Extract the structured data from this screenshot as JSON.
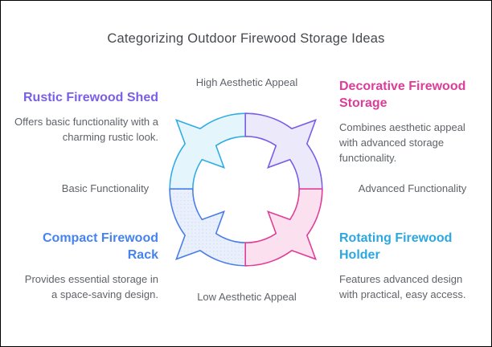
{
  "title": "Categorizing Outdoor Firewood Storage Ideas",
  "axes": {
    "top": "High Aesthetic Appeal",
    "bottom": "Low Aesthetic Appeal",
    "left": "Basic Functionality",
    "right": "Advanced Functionality"
  },
  "categories": [
    {
      "title": "Rustic Firewood Shed",
      "description": "Offers basic functionality with a charming rustic look.",
      "color": "#7A5FE5",
      "position": "top-left"
    },
    {
      "title": "Decorative Firewood Storage",
      "description": "Combines aesthetic appeal with advanced storage functionality.",
      "color": "#DC3D99",
      "position": "top-right"
    },
    {
      "title": "Compact Firewood Rack",
      "description": "Provides essential storage in a space-saving design.",
      "color": "#4483F0",
      "position": "bottom-left"
    },
    {
      "title": "Rotating Firewood Holder",
      "description": "Features advanced design with practical, easy access.",
      "color": "#2CA8E0",
      "position": "bottom-right"
    }
  ],
  "diagram": {
    "type": "four-quadrant-cycle",
    "quadrants": [
      {
        "name": "top-left",
        "stroke": "#30ACE4",
        "fill": "#E4F6FC",
        "dotted": false
      },
      {
        "name": "top-right",
        "stroke": "#7A5CE6",
        "fill": "#ECE9FB",
        "dotted": false
      },
      {
        "name": "bottom-left",
        "stroke": "#4A7DE9",
        "fill": "#E9F0FC",
        "dotted": true
      },
      {
        "name": "bottom-right",
        "stroke": "#E23D97",
        "fill": "#FBE1F0",
        "dotted": false
      }
    ],
    "dot_color": "#D2DFF5"
  },
  "text_colors": {
    "title": "#45494E",
    "body": "#5F6368"
  }
}
